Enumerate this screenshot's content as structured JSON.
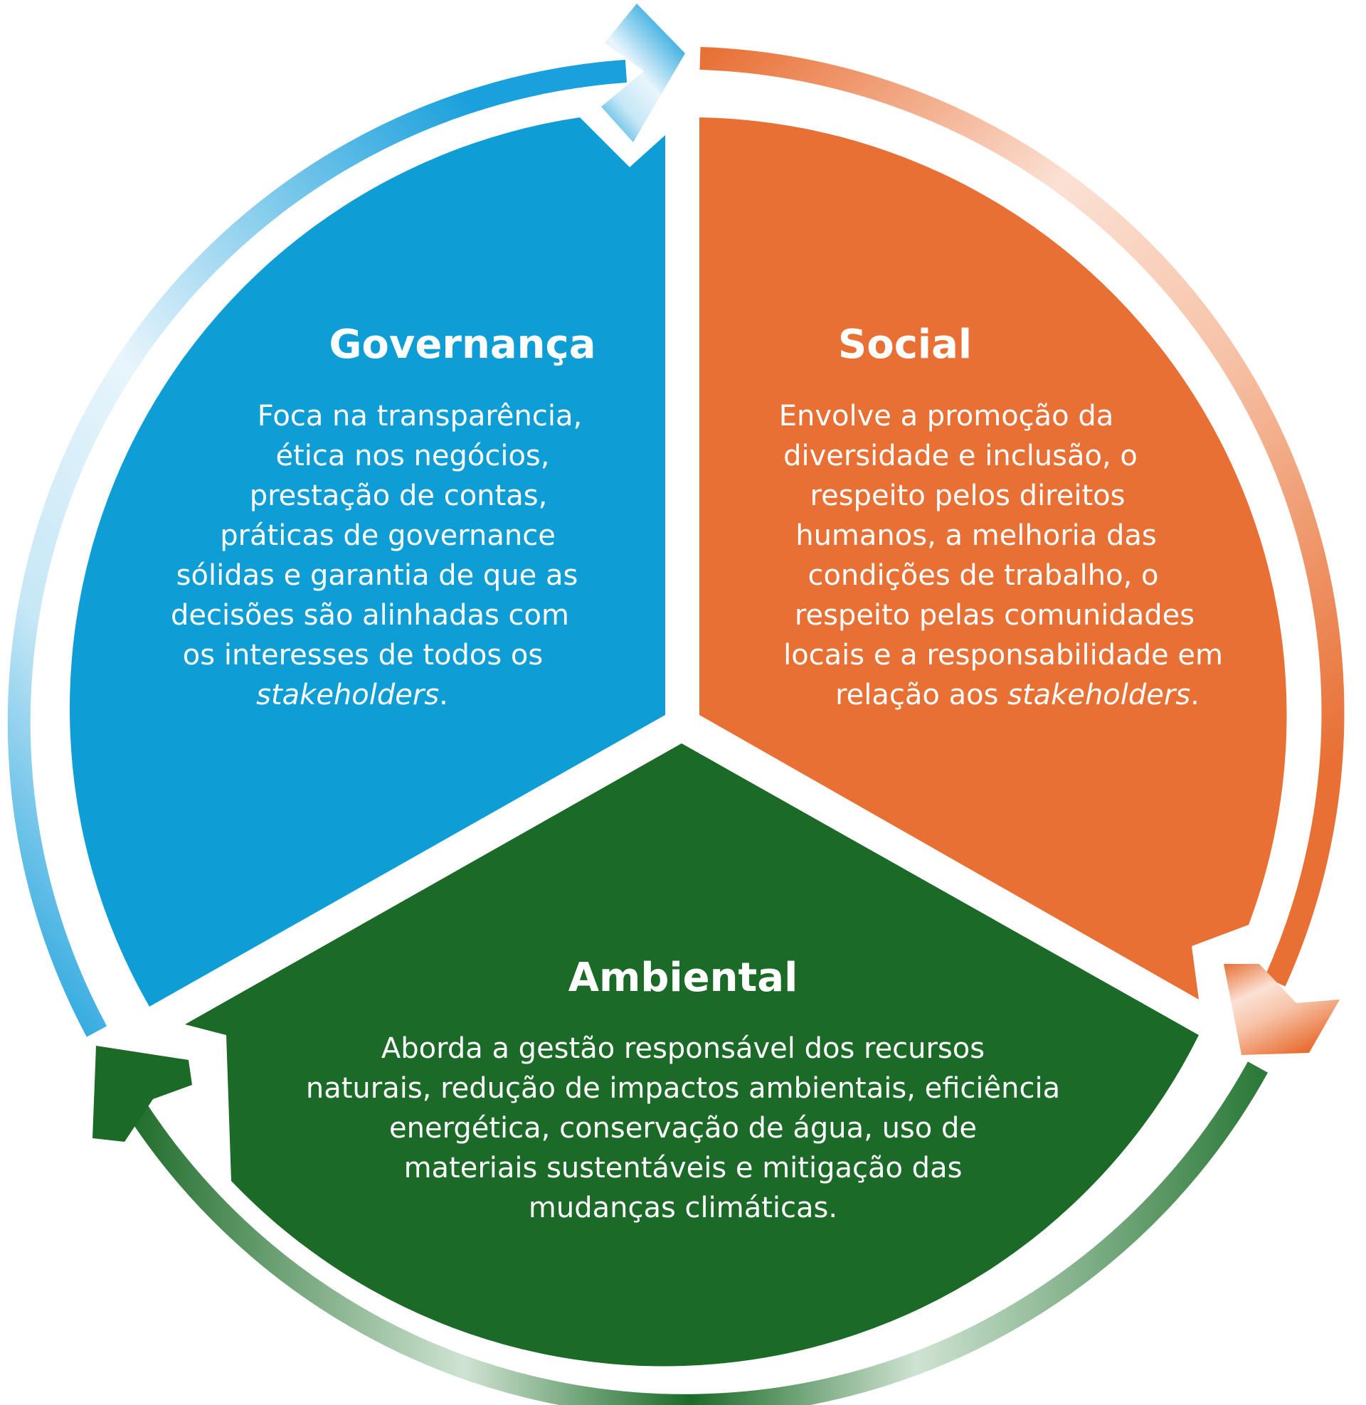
{
  "colors": {
    "governanca": "#0f9dd6",
    "social": "#e87035",
    "ambiental": "#1b6a27",
    "background": "#ffffff"
  },
  "segments": {
    "governanca": {
      "title": "Governança",
      "lines": [
        "Foca na transparência,",
        "ética nos negócios,",
        "prestação de contas,",
        "práticas de governance",
        "sólidas e garantia de que as",
        "decisões são alinhadas com",
        "os interesses de todos os"
      ],
      "last_italic": "stakeholders",
      "last_tail": "."
    },
    "social": {
      "title": "Social",
      "lines": [
        "Envolve a promoção da",
        "diversidade e inclusão, o",
        "respeito pelos direitos",
        "humanos, a melhoria das",
        "condições de trabalho, o",
        "respeito pelas comunidades",
        "locais e a responsabilidade em"
      ],
      "last_lead": "relação aos ",
      "last_italic": "stakeholders",
      "last_tail": "."
    },
    "ambiental": {
      "title": "Ambiental",
      "lines": [
        "Aborda a gestão responsável dos recursos",
        "naturais, redução de impactos ambientais, eficiência",
        "energética, conservação de água, uso de",
        "materiais sustentáveis e mitigação das",
        "mudanças climáticas."
      ]
    }
  }
}
